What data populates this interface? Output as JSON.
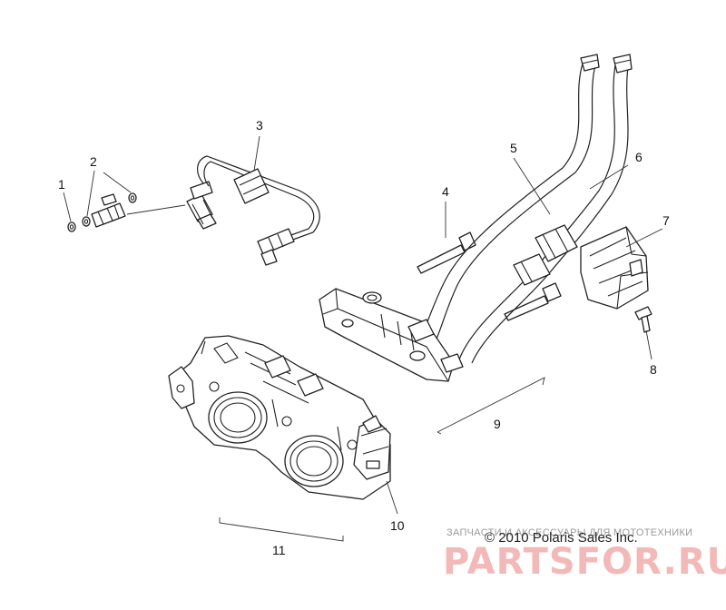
{
  "labels": [
    "1",
    "2",
    "3",
    "4",
    "5",
    "6",
    "7",
    "8",
    "9",
    "10",
    "11"
  ],
  "copyright": "© 2010 Polaris Sales Inc.",
  "watermark": {
    "top_text": "ЗАПЧАСТИ И АКСЕССУАРЫ ДЛЯ МОТОТЕХНИКИ",
    "brand_text": "PARTSFOR.RU"
  }
}
